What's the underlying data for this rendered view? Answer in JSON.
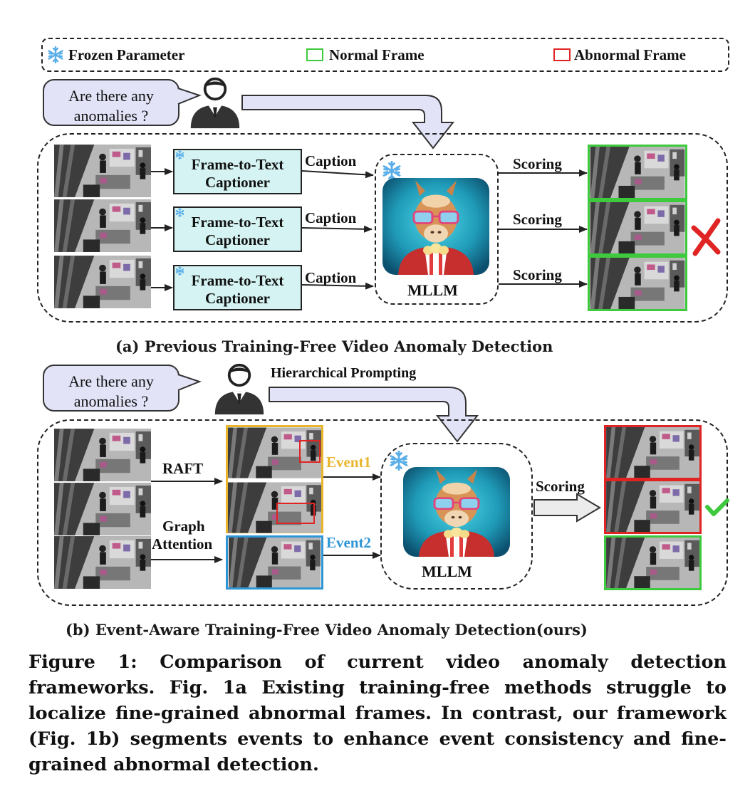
{
  "legend": {
    "frozen_label": "Frozen Parameter",
    "normal_label": "Normal Frame",
    "abnormal_label": "Abnormal Frame"
  },
  "panel_a": {
    "question": "Are there any anomalies ?",
    "captioner_line1": "Frame-to-Text",
    "captioner_line2": "Captioner",
    "caption_label": "Caption",
    "scoring_label": "Scoring",
    "model_label": "MLLM",
    "title": "(a) Previous Training-Free Video Anomaly Detection",
    "result_icon": "cross-mark-icon"
  },
  "panel_b": {
    "question": "Are there any anomalies ?",
    "prompt_label": "Hierarchical Prompting",
    "raft_label": "RAFT",
    "graph_label_line1": "Graph",
    "graph_label_line2": "Attention",
    "event1_label": "Event1",
    "event2_label": "Event2",
    "scoring_label": "Scoring",
    "model_label": "MLLM",
    "title": "(b) Event-Aware Training-Free Video Anomaly Detection(ours)",
    "result_icon": "check-mark-icon"
  },
  "figure_caption": "Figure 1: Comparison of current video anomaly detection frameworks. Fig. 1a Existing training-free methods struggle to localize fine-grained abnormal frames. In contrast, our framework (Fig. 1b) segments events to enhance event consistency and fine-grained abnormal detection.",
  "colors": {
    "normal": "#3ec93e",
    "abnormal": "#e02424",
    "event1": "#e8b52c",
    "event2": "#2f96d6",
    "bubble": "#e2e3f7",
    "captioner": "#d5f3f3",
    "snowflake": "#5aaee8"
  }
}
